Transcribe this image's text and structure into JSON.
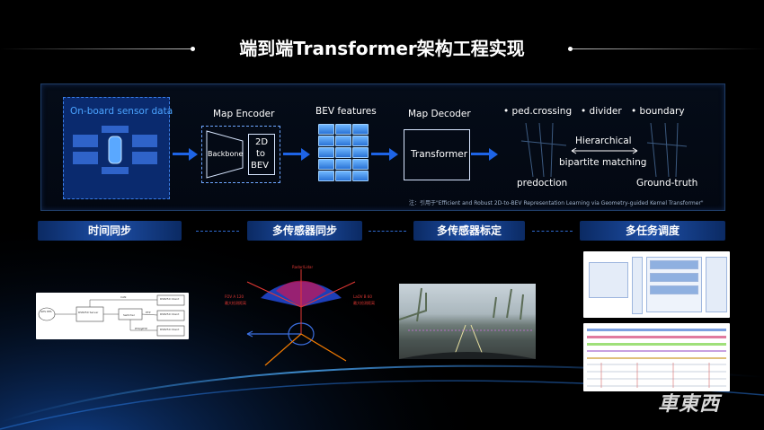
{
  "title": "端到端Transformer架构工程实现",
  "pipeline": {
    "sensor_label": "On-board sensor data",
    "encoder_label": "Map Encoder",
    "backbone_label": "Backbone",
    "view_label_line1": "2D",
    "view_label_line2": "to",
    "view_label_line3": "BEV",
    "bev_label": "BEV features",
    "decoder_label": "Map Decoder",
    "transformer_label": "Transformer",
    "output_labels": [
      "• ped.crossing",
      "• divider",
      "• boundary"
    ],
    "hierarchical": "Hierarchical",
    "bipartite": "bipartite matching",
    "prediction": "predoction",
    "ground_truth": "Ground-truth",
    "citation": "注：引用于\"Efficient and Robust 2D-to-BEV Representation Learning via Geometry-guided Kernel Transformer\""
  },
  "steps": [
    "时间同步",
    "多传感器同步",
    "多传感器标定",
    "多任务调度"
  ],
  "radar": {
    "top_label": "Radar/Lidar",
    "left_label_1": "FOV A 120",
    "left_label_2": "最大检测距离",
    "right_label_1": "LaOV B 60",
    "right_label_2": "最大检测距离"
  },
  "timesync": {
    "gps_label": "GPS PPS",
    "server_label": "RS8250 Server",
    "switch_label": "Switcher",
    "ptp_label": "PTP",
    "ptp2_label": "PTP/gPTP",
    "can_label": "CAN",
    "clients": [
      "RS8250 Client",
      "RS8250 Client",
      "RS8250 Client"
    ]
  },
  "watermark": "車東西",
  "colors": {
    "accent": "#1e64e6",
    "label": "#4aa3ff",
    "bg": "#000000"
  }
}
